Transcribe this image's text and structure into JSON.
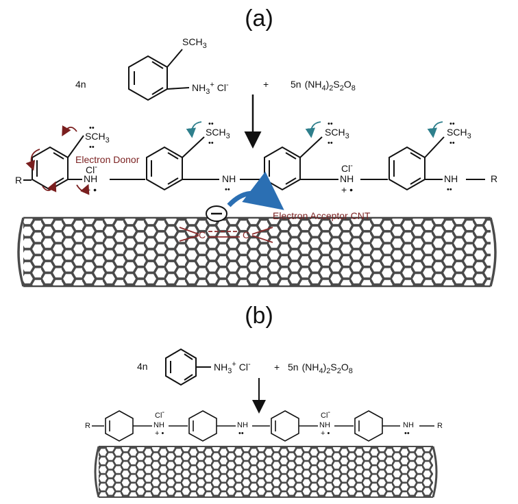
{
  "colors": {
    "ink": "#111111",
    "tube": "#555555",
    "donor": "#7a1f1f",
    "teal": "#2e7f8c",
    "arrow_blue": "#2b6fb3"
  },
  "panel_a": {
    "label": "(a)",
    "coef_monomer": "4n",
    "monomer_top": "SCH",
    "monomer_amine": "NH",
    "counter_ion": "Cl",
    "plus": "+",
    "coef_oxidant": "5n",
    "oxidant": "(NH",
    "oxidant_rest": "S",
    "oxidant_o": "O",
    "sub3": "3",
    "sup_plus": "+",
    "sup_minus": "-",
    "sub4": "4",
    "sub2": "2",
    "sub8": "8",
    "end_group": "R",
    "imine": "NH",
    "charge": "+ •",
    "lone_pair": "••",
    "donor_label": "Electron Donor",
    "acceptor_label": "Electron Acceptor CNT",
    "carbon": "C"
  },
  "panel_b": {
    "label": "(b)",
    "coef_monomer": "4n",
    "monomer_amine": "NH",
    "counter_ion": "Cl",
    "plus": "+",
    "coef_oxidant": "5n",
    "oxidant": "(NH",
    "oxidant_rest": "S",
    "oxidant_o": "O",
    "sub3": "3",
    "sup_plus": "+",
    "sup_minus": "-",
    "sub4": "4",
    "sub2": "2",
    "sub8": "8",
    "end_group": "R",
    "imine": "NH",
    "charge": "+ •",
    "lone_pair": "••"
  }
}
